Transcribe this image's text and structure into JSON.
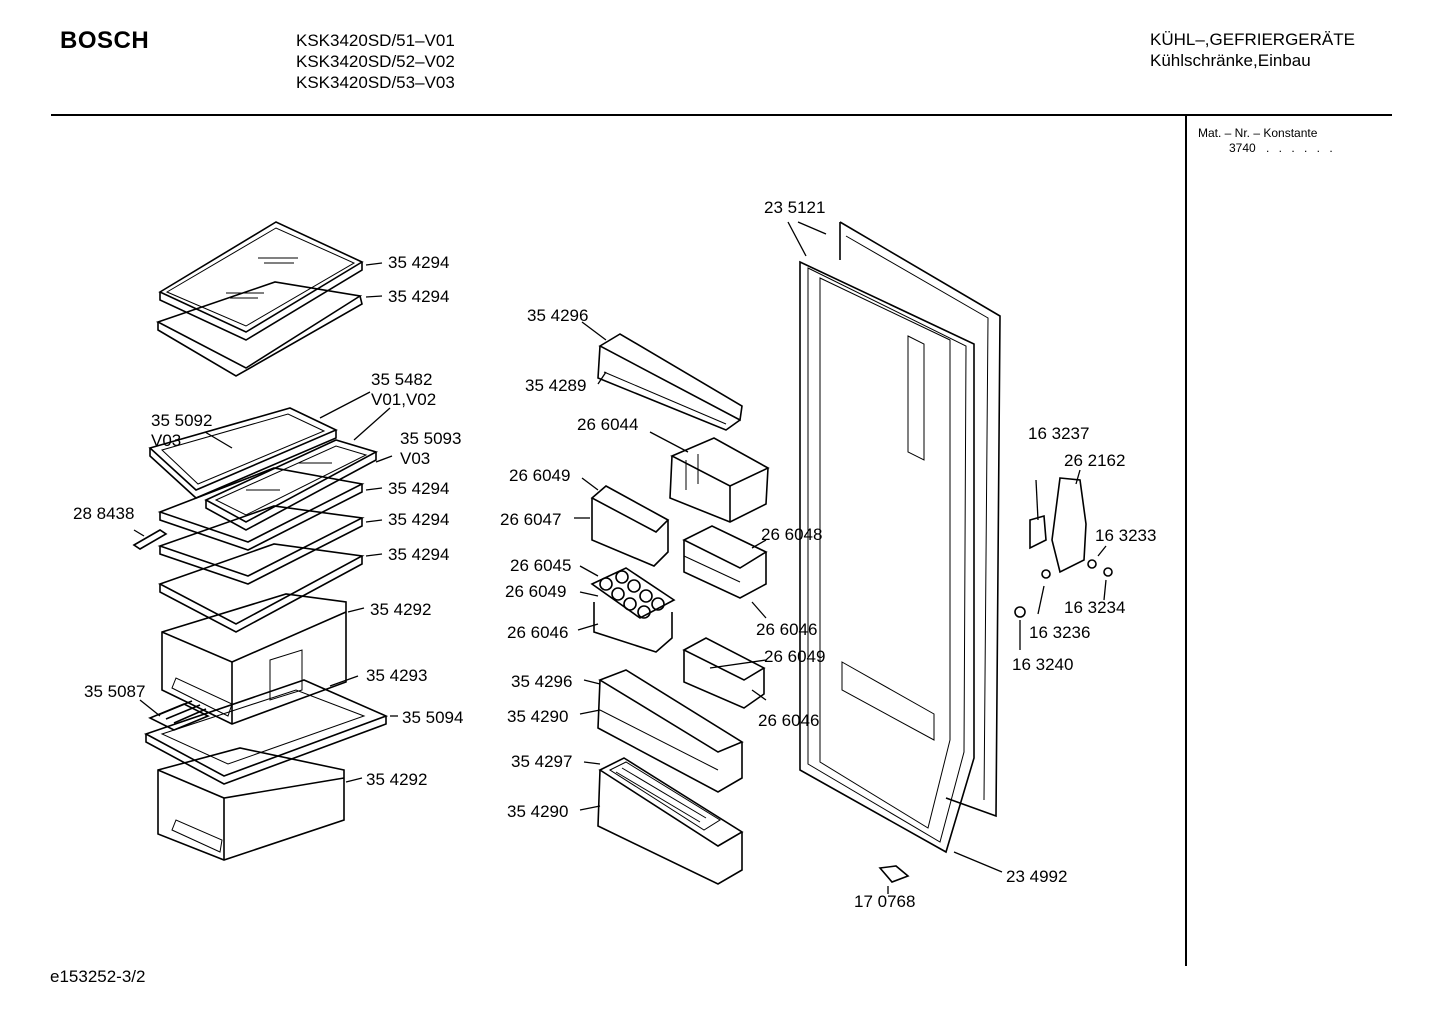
{
  "header": {
    "brand": "BOSCH",
    "models": [
      "KSK3420SD/51–V01",
      "KSK3420SD/52–V02",
      "KSK3420SD/53–V03"
    ],
    "category_line1": "KÜHL–,GEFRIERGERÄTE",
    "category_line2": "Kühlschränke,Einbau"
  },
  "mat_box": {
    "label": "Mat. – Nr. – Konstante",
    "value": "3740",
    "dots": ". . . . . ."
  },
  "footer": {
    "doc_id": "e153252-3/2"
  },
  "parts": [
    "35 4294",
    "35 4294",
    "35 5482",
    "V01,V02",
    "35 5092",
    "V03",
    "35 5093",
    "V03",
    "35 4294",
    "28 8438",
    "35 4294",
    "35 4294",
    "35 4292",
    "35 4293",
    "35 5087",
    "35 5094",
    "35 4292",
    "35 4296",
    "35 4289",
    "26 6044",
    "26 6049",
    "26 6047",
    "26 6048",
    "26 6045",
    "26 6049",
    "26 6046",
    "26 6046",
    "26 6049",
    "35 4296",
    "35 4290",
    "26 6046",
    "35 4297",
    "35 4290",
    "23 5121",
    "16 3237",
    "26 2162",
    "16 3233",
    "16 3234",
    "16 3236",
    "16 3240",
    "23 4992",
    "17 0768"
  ]
}
